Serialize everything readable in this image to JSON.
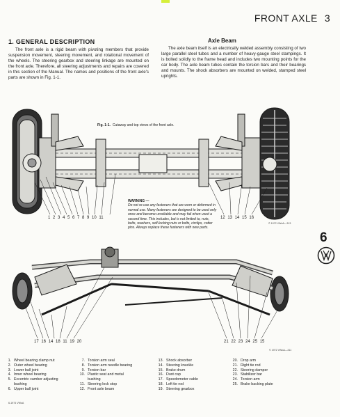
{
  "header": {
    "title": "FRONT AXLE",
    "page_num": "3"
  },
  "left": {
    "heading": "1. GENERAL DESCRIPTION",
    "body": "The front axle is a rigid beam with pivoting members that provide suspension movement, steering movement, and rotational movement of the wheels. The steering gearbox and steering linkage are mounted on the front axle. Therefore, all steering adjustments and repairs are covered in this section of the Manual. The names and positions of the front axle's parts are shown in Fig. 1-1."
  },
  "right": {
    "heading": "Axle Beam",
    "body": "The axle beam itself is an electrically welded assembly consisting of two large parallel steel tubes and a number of heavy-gauge steel stampings. It is bolted solidly to the frame head and includes two mounting points for the car body. The axle beam tubes contain the torsion bars and their bearings and mounts. The shock absorbers are mounted on welded, stamped steel uprights."
  },
  "figure": {
    "label": "Fig. 1-1.",
    "caption": "Cutaway and top views of the front axle.",
    "callouts_top_left": "1 2 3 4 5 6 7 8 9 10 11",
    "callouts_top_right": "12 13 14 15 16",
    "callouts_bottom_left": "17 16 14 18 11 19 20",
    "callouts_bottom_right": "21 22 23 24 25 15",
    "credit_top": "© 1972 VWoA—313",
    "credit_bottom": "© 1972 VWoA—311"
  },
  "warning": {
    "heading": "WARNING —",
    "text": "Do not re-use any fasteners that are worn or deformed in normal use. Many fasteners are designed to be used only once and become unreliable and may fail when used a second time. This includes, but is not limited to, nuts, bolts, washers, self-locking nuts or bolts, circlips, cotter pins. Always replace these fasteners with new parts."
  },
  "chapter_tab": {
    "number": "6",
    "icon": "vw-logo-icon"
  },
  "legend": [
    [
      {
        "k": "1.",
        "v": "Wheel bearing clamp nut"
      },
      {
        "k": "2.",
        "v": "Outer wheel bearing"
      },
      {
        "k": "3.",
        "v": "Lower ball joint"
      },
      {
        "k": "4.",
        "v": "Inner wheel bearing"
      },
      {
        "k": "5.",
        "v": "Eccentric camber adjusting"
      },
      {
        "k": "",
        "v": "bushing"
      },
      {
        "k": "6.",
        "v": "Upper ball joint"
      }
    ],
    [
      {
        "k": "7.",
        "v": "Torsion arm seal"
      },
      {
        "k": "8.",
        "v": "Torsion arm needle bearing"
      },
      {
        "k": "9.",
        "v": "Torsion bar"
      },
      {
        "k": "10.",
        "v": "Plastic seat and metal"
      },
      {
        "k": "",
        "v": "bushing"
      },
      {
        "k": "11.",
        "v": "Steering lock stop"
      },
      {
        "k": "12.",
        "v": "Front axle beam"
      }
    ],
    [
      {
        "k": "13.",
        "v": "Shock absorber"
      },
      {
        "k": "14.",
        "v": "Steering knuckle"
      },
      {
        "k": "15.",
        "v": "Brake drum"
      },
      {
        "k": "16.",
        "v": "Dust cap"
      },
      {
        "k": "17.",
        "v": "Speedometer cable"
      },
      {
        "k": "18.",
        "v": "Left tie rod"
      },
      {
        "k": "19.",
        "v": "Steering gearbox"
      }
    ],
    [
      {
        "k": "20.",
        "v": "Drop arm"
      },
      {
        "k": "21.",
        "v": "Right tie rod"
      },
      {
        "k": "22.",
        "v": "Steering damper"
      },
      {
        "k": "23.",
        "v": "Stabilizer bar"
      },
      {
        "k": "24.",
        "v": "Torsion arm"
      },
      {
        "k": "25.",
        "v": "Brake backing plate"
      }
    ]
  ],
  "footer": {
    "code": "6-1974 VWoA"
  },
  "colors": {
    "ink": "#1a1a1a",
    "paper": "#fbfbf8",
    "tab_mark": "#d6ef3a"
  }
}
